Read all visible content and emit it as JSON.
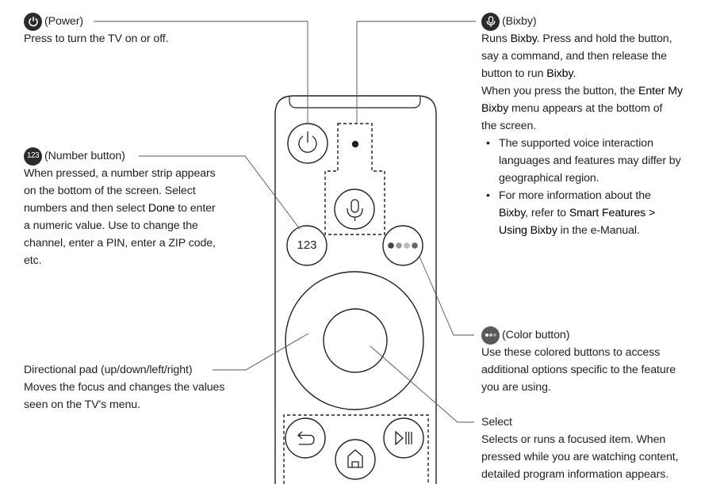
{
  "power": {
    "title": "(Power)",
    "desc": "Press to turn the TV on or off."
  },
  "number": {
    "icon_text": "123",
    "title": "(Number button)",
    "lines": [
      "When pressed, a number strip appears",
      "on the bottom of the screen. Select",
      [
        "numbers and then select ",
        "Done",
        " to enter"
      ],
      "a numeric value. Use to change the",
      "channel, enter a PIN, enter a ZIP code,",
      "etc."
    ]
  },
  "dpad": {
    "title": "Directional pad (up/down/left/right)",
    "lines": [
      "Moves the focus and changes the values",
      "seen on the TV's menu."
    ]
  },
  "bixby": {
    "title": "(Bixby)",
    "p1": [
      "Runs ",
      "Bixby",
      ". Press and hold the button,"
    ],
    "p2": "say a command, and then release the",
    "p3": [
      "button to run ",
      "Bixby",
      "."
    ],
    "p4": [
      "When you press the button, the ",
      "Enter My"
    ],
    "p5": [
      "Bixby",
      " menu appears at the bottom of"
    ],
    "p6": "the screen.",
    "bullet1": [
      "The supported voice interaction",
      "languages and features may differ by",
      "geographical region."
    ],
    "bullet2_l1": "For more information about the",
    "bullet2_l2": [
      "Bixby",
      ", refer to ",
      "Smart Features >"
    ],
    "bullet2_l3": [
      "Using Bixby",
      " in the e-Manual."
    ]
  },
  "color": {
    "title": "(Color button)",
    "lines": [
      "Use these colored buttons to access",
      "additional options specific to the feature",
      "you are using."
    ]
  },
  "select": {
    "title": "Select",
    "lines": [
      "Selects or runs a focused item. When",
      "pressed while you are watching content,",
      "detailed program information appears."
    ]
  },
  "remote": {
    "number_label": "123"
  }
}
